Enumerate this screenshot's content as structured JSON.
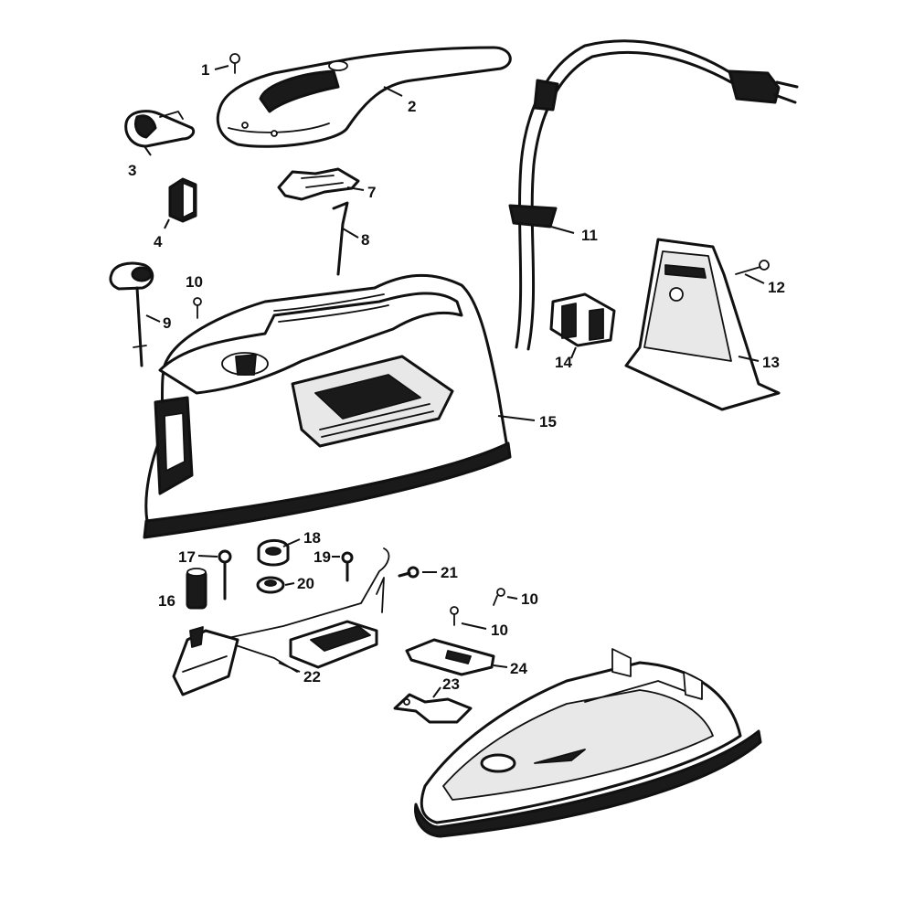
{
  "callouts": [
    {
      "id": "c1",
      "text": "1"
    },
    {
      "id": "c2",
      "text": "2"
    },
    {
      "id": "c3",
      "text": "3"
    },
    {
      "id": "c4",
      "text": "4"
    },
    {
      "id": "c7",
      "text": "7"
    },
    {
      "id": "c8",
      "text": "8"
    },
    {
      "id": "c9",
      "text": "9"
    },
    {
      "id": "c10a",
      "text": "10"
    },
    {
      "id": "c11",
      "text": "11"
    },
    {
      "id": "c12",
      "text": "12"
    },
    {
      "id": "c13",
      "text": "13"
    },
    {
      "id": "c14",
      "text": "14"
    },
    {
      "id": "c15",
      "text": "15"
    },
    {
      "id": "c16",
      "text": "16"
    },
    {
      "id": "c17",
      "text": "17"
    },
    {
      "id": "c18",
      "text": "18"
    },
    {
      "id": "c19",
      "text": "19"
    },
    {
      "id": "c20",
      "text": "20"
    },
    {
      "id": "c21",
      "text": "21"
    },
    {
      "id": "c10b",
      "text": "10"
    },
    {
      "id": "c10c",
      "text": "10"
    },
    {
      "id": "c22",
      "text": "22"
    },
    {
      "id": "c23",
      "text": "23"
    },
    {
      "id": "c24",
      "text": "24"
    }
  ]
}
